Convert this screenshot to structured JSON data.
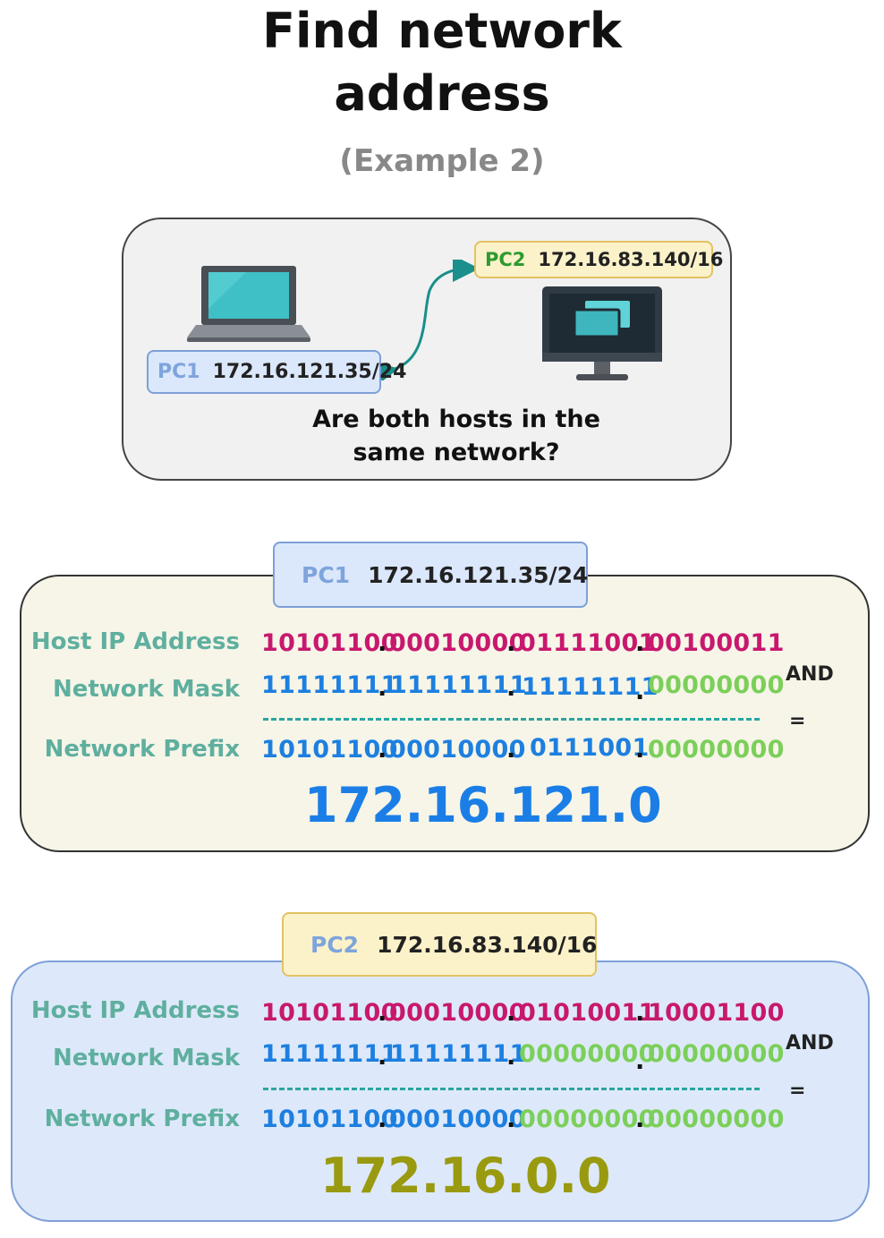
{
  "title_line1": "Find network",
  "title_line2": "address",
  "subtitle": "(Example 2)",
  "diagram": {
    "pc1_label": "PC1",
    "pc1_ip": "172.16.121.35/24",
    "pc2_label": "PC2",
    "pc2_ip": "172.16.83.140/16",
    "question_line1": "Are both hosts in the",
    "question_line2": "same network?"
  },
  "row_labels": {
    "host": "Host IP Address",
    "mask": "Network Mask",
    "prefix": "Network Prefix"
  },
  "ops": {
    "and": "AND",
    "eq": "="
  },
  "pc1_calc": {
    "tag_label": "PC1",
    "tag_ip": "172.16.121.35/24",
    "host": [
      "10101100",
      "00010000",
      "01111001",
      "00100011"
    ],
    "mask": [
      "11111111",
      "11111111",
      "11111111",
      "00000000"
    ],
    "prefix": [
      "10101100",
      "00010000",
      "0111001",
      "00000000"
    ],
    "result": "172.16.121.0"
  },
  "pc2_calc": {
    "tag_label": "PC2",
    "tag_ip": "172.16.83.140/16",
    "host": [
      "10101100",
      "00010000",
      "01010011",
      "10001100"
    ],
    "mask": [
      "11111111",
      "11111111",
      "00000000",
      "00000000"
    ],
    "prefix": [
      "10101100",
      "00010000",
      "00000000",
      "00000000"
    ],
    "result": "172.16.0.0"
  },
  "colors": {
    "host_bits": "#c8186e",
    "network_bits": "#1d7fe0",
    "zero_bits": "#7ccf5a",
    "row_label": "#5faf9f",
    "result_pc1": "#1b7ee6",
    "result_pc2": "#9a9a10"
  },
  "icons": {
    "pc1": "laptop-icon",
    "pc2": "desktop-monitor-icon",
    "link": "double-arrow-connector"
  }
}
